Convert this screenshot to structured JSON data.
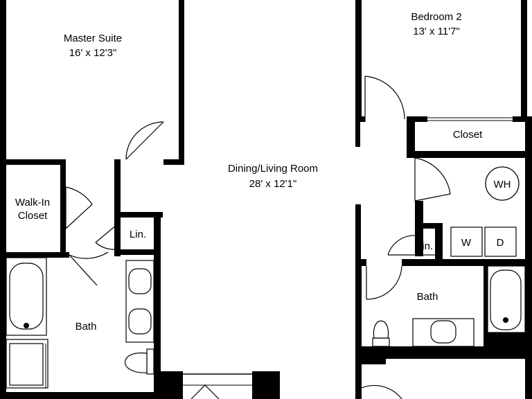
{
  "rooms": {
    "master_suite": {
      "name": "Master Suite",
      "size": "16' x 12'3\""
    },
    "bedroom_2": {
      "name": "Bedroom 2",
      "size": "13' x 11'7\""
    },
    "closet": {
      "name": "Closet"
    },
    "dining_living": {
      "name": "Dining/Living Room",
      "size": "28' x 12'1\""
    },
    "walk_in_closet": {
      "line1": "Walk-In",
      "line2": "Closet"
    },
    "linen_left": {
      "name": "Lin."
    },
    "linen_right": {
      "name": "Lin."
    },
    "bath_left": {
      "name": "Bath"
    },
    "bath_right": {
      "name": "Bath"
    }
  },
  "appliances": {
    "water_heater": "WH",
    "washer": "W",
    "dryer": "D"
  }
}
